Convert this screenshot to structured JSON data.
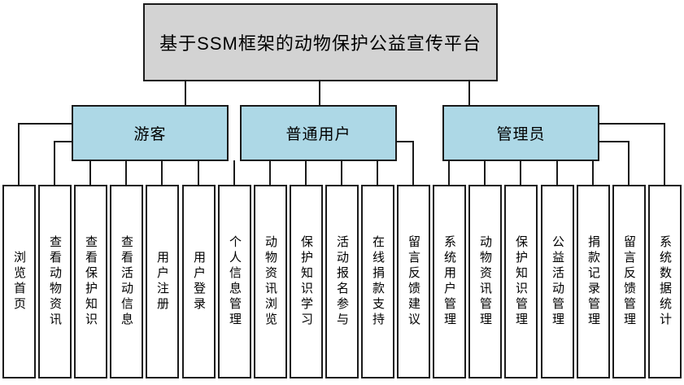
{
  "diagram": {
    "title": "基于SSM框架的动物保护公益宣传平台",
    "type": "hierarchy-tree",
    "colors": {
      "title_fill": "#d3d3d3",
      "role_fill": "#add8e6",
      "leaf_fill": "#ffffff",
      "line": "#1a1a1a"
    },
    "roles": [
      {
        "label": "游客",
        "children": [
          "浏览首页",
          "查看动物资讯",
          "查看保护知识",
          "查看活动信息",
          "用户注册",
          "用户登录"
        ]
      },
      {
        "label": "普通用户",
        "children": [
          "个人信息管理",
          "动物资讯浏览",
          "保护知识学习",
          "活动报名参与",
          "在线捐款支持",
          "留言反馈建议"
        ]
      },
      {
        "label": "管理员",
        "children": [
          "系统用户管理",
          "动物资讯管理",
          "保护知识管理",
          "公益活动管理",
          "捐款记录管理",
          "留言反馈管理",
          "系统数据统计"
        ]
      }
    ]
  }
}
